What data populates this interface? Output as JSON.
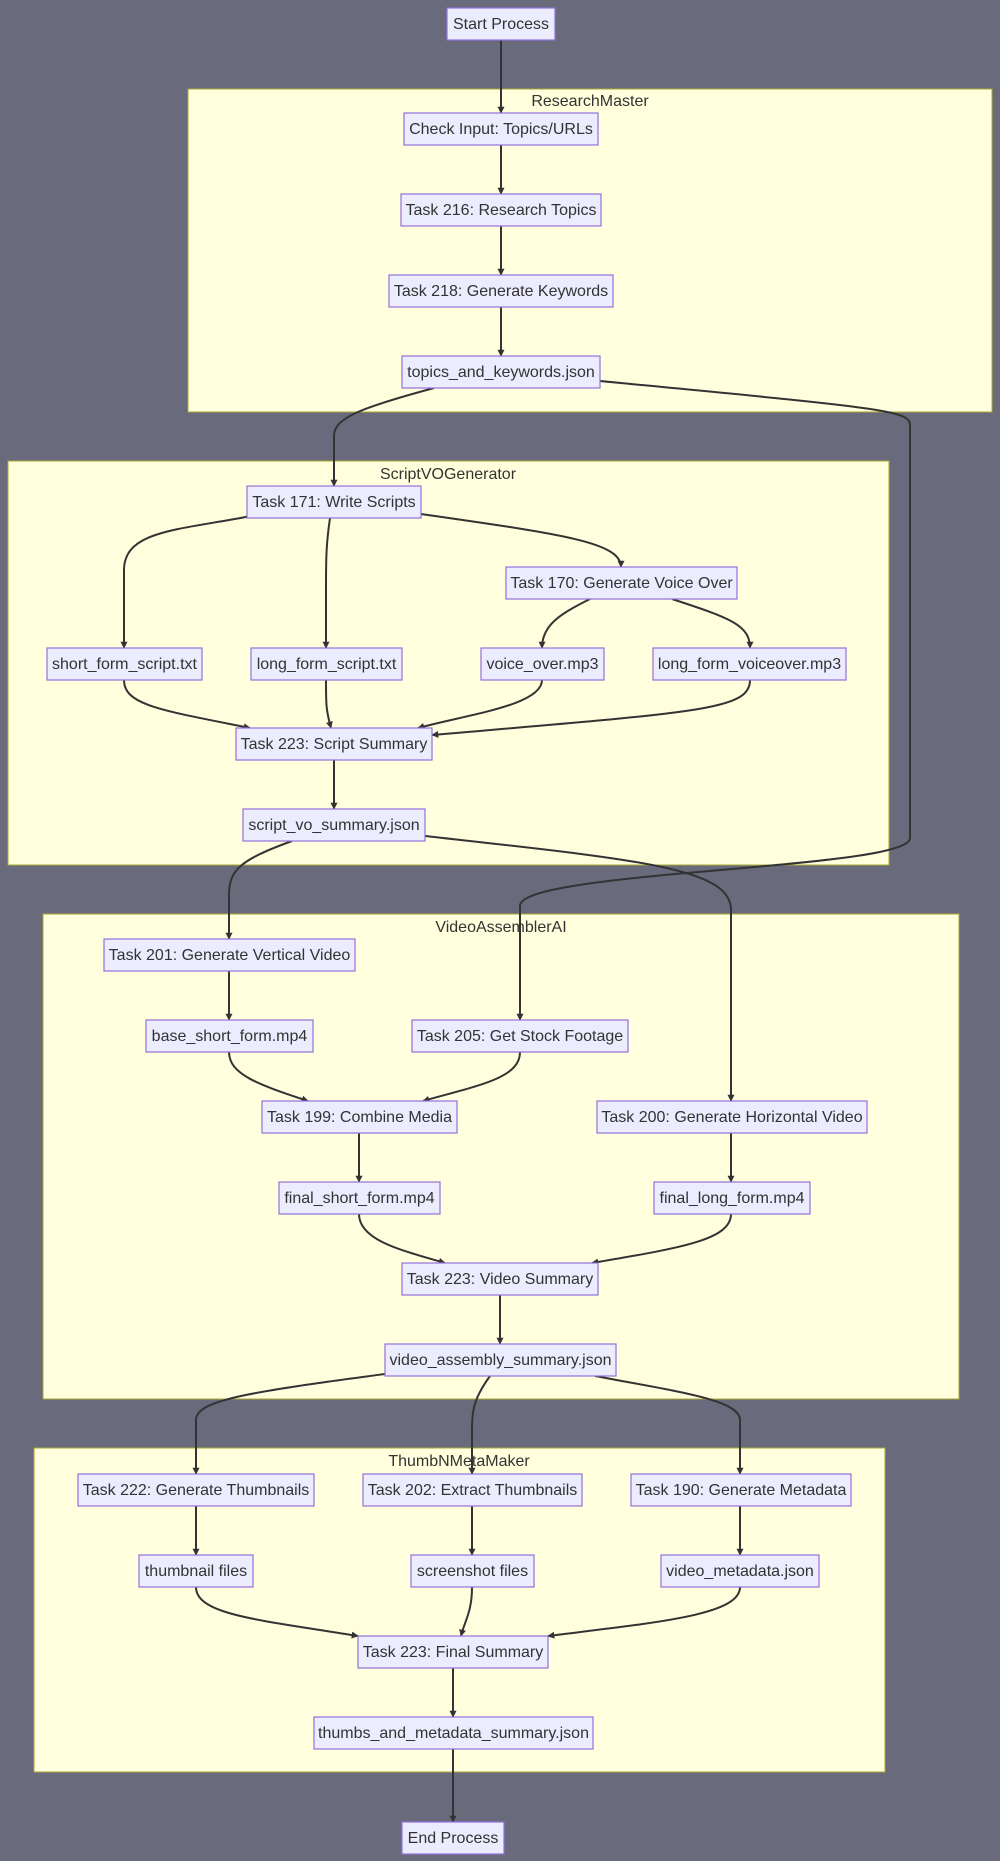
{
  "clusters": [
    {
      "id": "research",
      "label": "ResearchMaster"
    },
    {
      "id": "script",
      "label": "ScriptVOGenerator"
    },
    {
      "id": "video",
      "label": "VideoAssemblerAI"
    },
    {
      "id": "thumb",
      "label": "ThumbNMetaMaker"
    }
  ],
  "nodes": [
    {
      "id": "start",
      "label": "Start Process"
    },
    {
      "id": "check",
      "label": "Check Input: Topics/URLs"
    },
    {
      "id": "t216",
      "label": "Task 216: Research Topics"
    },
    {
      "id": "t218",
      "label": "Task 218: Generate Keywords"
    },
    {
      "id": "tkjson",
      "label": "topics_and_keywords.json"
    },
    {
      "id": "t171",
      "label": "Task 171: Write Scripts"
    },
    {
      "id": "t170",
      "label": "Task 170: Generate Voice Over"
    },
    {
      "id": "sfs",
      "label": "short_form_script.txt"
    },
    {
      "id": "lfs",
      "label": "long_form_script.txt"
    },
    {
      "id": "vo",
      "label": "voice_over.mp3"
    },
    {
      "id": "lfvo",
      "label": "long_form_voiceover.mp3"
    },
    {
      "id": "t223s",
      "label": "Task 223: Script Summary"
    },
    {
      "id": "svjson",
      "label": "script_vo_summary.json"
    },
    {
      "id": "t201",
      "label": "Task 201: Generate Vertical Video"
    },
    {
      "id": "bsf",
      "label": "base_short_form.mp4"
    },
    {
      "id": "t205",
      "label": "Task 205: Get Stock Footage"
    },
    {
      "id": "t199",
      "label": "Task 199: Combine Media"
    },
    {
      "id": "t200",
      "label": "Task 200: Generate Horizontal Video"
    },
    {
      "id": "fsf",
      "label": "final_short_form.mp4"
    },
    {
      "id": "flf",
      "label": "final_long_form.mp4"
    },
    {
      "id": "t223v",
      "label": "Task 223: Video Summary"
    },
    {
      "id": "vajson",
      "label": "video_assembly_summary.json"
    },
    {
      "id": "t222",
      "label": "Task 222: Generate Thumbnails"
    },
    {
      "id": "t202",
      "label": "Task 202: Extract Thumbnails"
    },
    {
      "id": "t190",
      "label": "Task 190: Generate Metadata"
    },
    {
      "id": "thf",
      "label": "thumbnail files"
    },
    {
      "id": "scf",
      "label": "screenshot files"
    },
    {
      "id": "vmjson",
      "label": "video_metadata.json"
    },
    {
      "id": "t223f",
      "label": "Task 223: Final Summary"
    },
    {
      "id": "tmjson",
      "label": "thumbs_and_metadata_summary.json"
    },
    {
      "id": "end",
      "label": "End Process"
    }
  ],
  "edges": [
    {
      "from": "start",
      "to": "check"
    },
    {
      "from": "check",
      "to": "t216"
    },
    {
      "from": "t216",
      "to": "t218"
    },
    {
      "from": "t218",
      "to": "tkjson"
    },
    {
      "from": "tkjson",
      "to": "t171"
    },
    {
      "from": "tkjson",
      "to": "t205"
    },
    {
      "from": "t171",
      "to": "sfs"
    },
    {
      "from": "t171",
      "to": "lfs"
    },
    {
      "from": "t171",
      "to": "t170"
    },
    {
      "from": "t170",
      "to": "vo"
    },
    {
      "from": "t170",
      "to": "lfvo"
    },
    {
      "from": "sfs",
      "to": "t223s"
    },
    {
      "from": "lfs",
      "to": "t223s"
    },
    {
      "from": "vo",
      "to": "t223s"
    },
    {
      "from": "lfvo",
      "to": "t223s"
    },
    {
      "from": "t223s",
      "to": "svjson"
    },
    {
      "from": "svjson",
      "to": "t201"
    },
    {
      "from": "svjson",
      "to": "t200"
    },
    {
      "from": "t201",
      "to": "bsf"
    },
    {
      "from": "bsf",
      "to": "t199"
    },
    {
      "from": "t205",
      "to": "t199"
    },
    {
      "from": "t199",
      "to": "fsf"
    },
    {
      "from": "t200",
      "to": "flf"
    },
    {
      "from": "fsf",
      "to": "t223v"
    },
    {
      "from": "flf",
      "to": "t223v"
    },
    {
      "from": "t223v",
      "to": "vajson"
    },
    {
      "from": "vajson",
      "to": "t222"
    },
    {
      "from": "vajson",
      "to": "t202"
    },
    {
      "from": "vajson",
      "to": "t190"
    },
    {
      "from": "t222",
      "to": "thf"
    },
    {
      "from": "t202",
      "to": "scf"
    },
    {
      "from": "t190",
      "to": "vmjson"
    },
    {
      "from": "thf",
      "to": "t223f"
    },
    {
      "from": "scf",
      "to": "t223f"
    },
    {
      "from": "vmjson",
      "to": "t223f"
    },
    {
      "from": "t223f",
      "to": "tmjson"
    },
    {
      "from": "tmjson",
      "to": "end"
    }
  ]
}
